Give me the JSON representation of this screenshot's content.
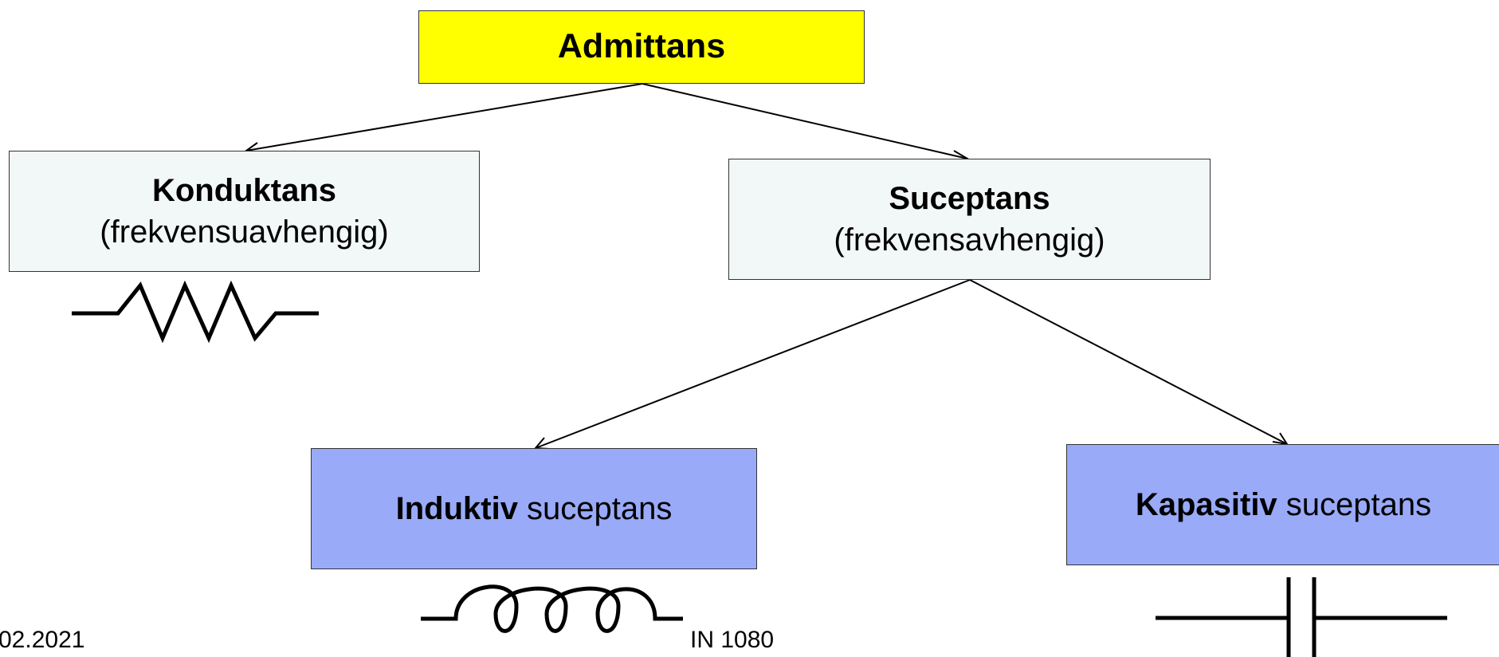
{
  "colors": {
    "root_fill": "#ffff00",
    "level2_fill": "#f2f8f7",
    "level3_fill": "#99aaf8",
    "line": "#000000"
  },
  "root": {
    "label": "Admittans"
  },
  "konduktans": {
    "title": "Konduktans",
    "subtitle": "(frekvensuavhengig)",
    "symbol": "resistor-symbol"
  },
  "suceptans": {
    "title": "Suceptans",
    "subtitle": "(frekvensavhengig)"
  },
  "induktiv": {
    "bold": "Induktiv",
    "rest": " suceptans",
    "symbol": "inductor-symbol"
  },
  "kapasitiv": {
    "bold": "Kapasitiv",
    "rest": " suceptans",
    "symbol": "capacitor-symbol"
  },
  "footer": {
    "date": "02.2021",
    "course": "IN 1080"
  }
}
